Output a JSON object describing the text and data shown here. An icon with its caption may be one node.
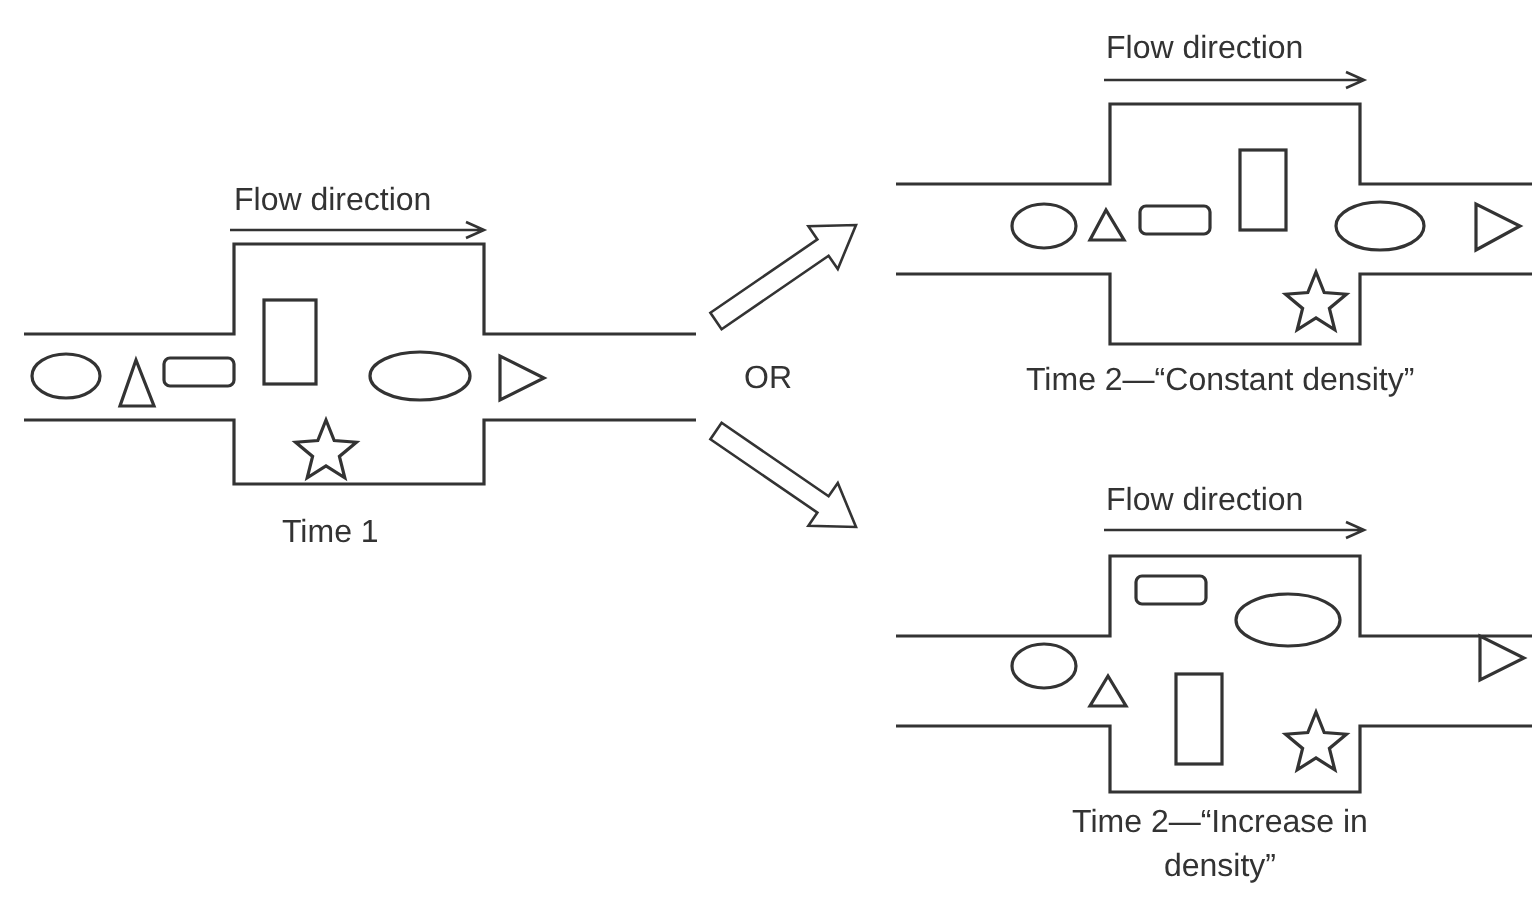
{
  "diagram": {
    "nodes": [
      {
        "text": [
          "Time 1"
        ],
        "beside": [
          "Flow direction"
        ]
      },
      {
        "text": [
          "Time 2—“Constant density”"
        ],
        "beside": [
          "Flow direction"
        ]
      },
      {
        "text": [
          "Time 2—“Increase in density”"
        ],
        "beside": [
          "Flow direction"
        ]
      }
    ],
    "edges": [
      {
        "from": 0,
        "to": 1,
        "arrow": "to"
      },
      {
        "from": 0,
        "to": 2,
        "arrow": "to"
      }
    ],
    "labels": [
      "OR"
    ]
  }
}
